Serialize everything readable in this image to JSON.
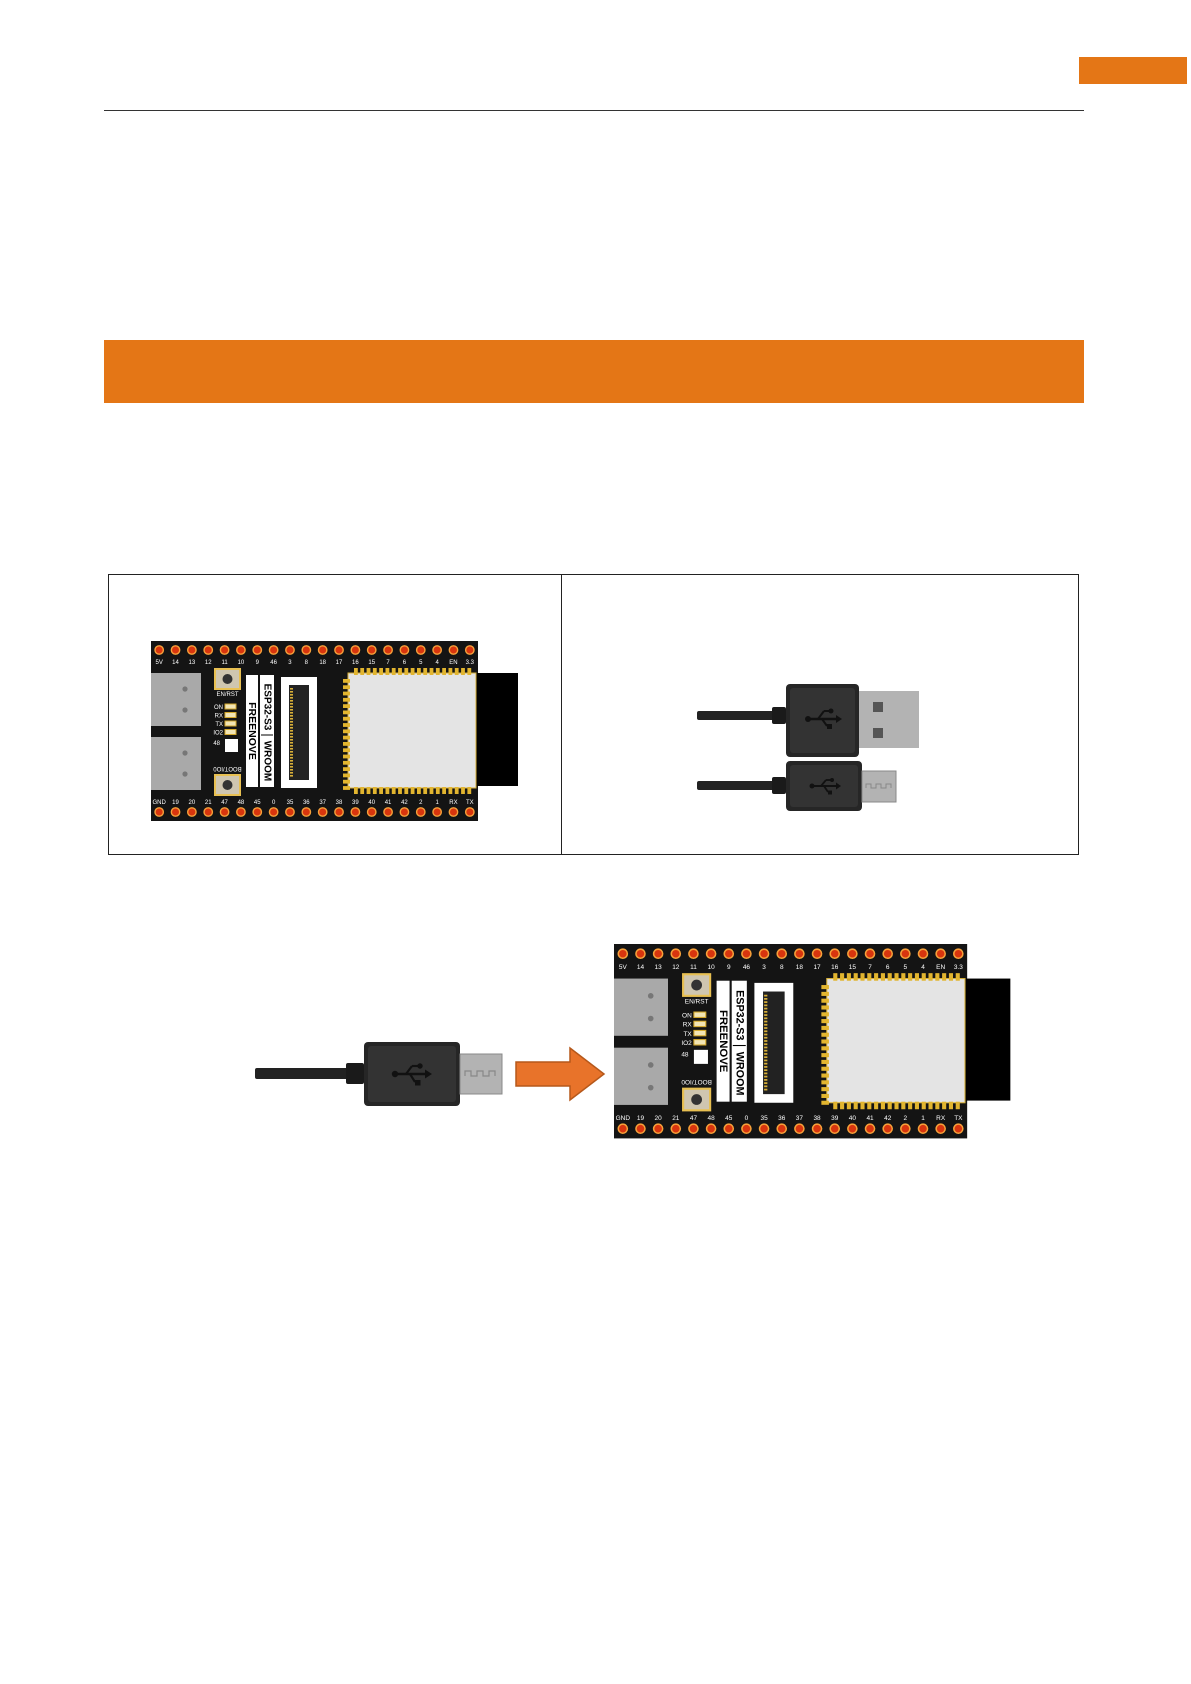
{
  "page": {
    "accent_color": "#E47616"
  },
  "board": {
    "top_pins": [
      "5V",
      "14",
      "13",
      "12",
      "11",
      "10",
      "9",
      "46",
      "3",
      "8",
      "18",
      "17",
      "16",
      "15",
      "7",
      "6",
      "5",
      "4",
      "EN",
      "3.3"
    ],
    "bottom_pins": [
      "GND",
      "19",
      "20",
      "21",
      "47",
      "48",
      "45",
      "0",
      "35",
      "36",
      "37",
      "38",
      "39",
      "40",
      "41",
      "42",
      "2",
      "1",
      "RX",
      "TX"
    ],
    "led_labels": [
      "ON",
      "RX",
      "TX",
      "IO2"
    ],
    "io48_label": "48",
    "reset_button_label": "EN/RST",
    "boot_button_label": "BOOT/IO0",
    "module_label": "ESP32-S3",
    "module_sub_label": "WROOM",
    "brand_label": "FREENOVE"
  },
  "icons": {
    "usb": "usb-icon",
    "arrow": "arrow-right-icon"
  }
}
